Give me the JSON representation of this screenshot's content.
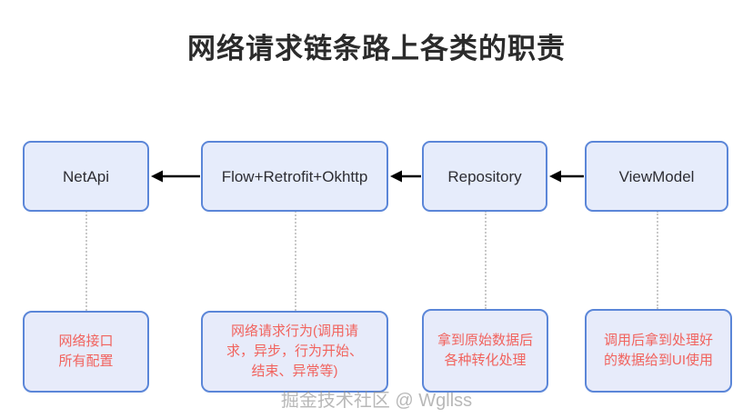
{
  "title": "网络请求链条路上各类的职责",
  "watermark": "掘金技术社区 @ Wgllss",
  "colors": {
    "box_fill": "#e6ecfb",
    "box_border": "#5b86d8",
    "note_text": "#f1635e",
    "title_text": "#2b2b2b",
    "arrow": "#000000",
    "connector": "#c9c9c9",
    "background": "#ffffff"
  },
  "nodes": [
    {
      "id": "netapi",
      "label": "NetApi"
    },
    {
      "id": "flow",
      "label": "Flow+Retrofit+Okhttp"
    },
    {
      "id": "repository",
      "label": "Repository"
    },
    {
      "id": "viewmodel",
      "label": "ViewModel"
    }
  ],
  "notes": [
    {
      "id": "note-netapi",
      "text": "网络接口\n所有配置"
    },
    {
      "id": "note-flow",
      "text": "网络请求行为(调用请\n求，异步，行为开始、\n结束、异常等)"
    },
    {
      "id": "note-repository",
      "text": "拿到原始数据后\n各种转化处理"
    },
    {
      "id": "note-viewmodel",
      "text": "调用后拿到处理好\n的数据给到UI使用"
    }
  ],
  "arrows": [
    {
      "id": "arrow-flow-to-netapi",
      "from": "flow",
      "to": "netapi",
      "direction": "left"
    },
    {
      "id": "arrow-repository-to-flow",
      "from": "repository",
      "to": "flow",
      "direction": "left"
    },
    {
      "id": "arrow-viewmodel-to-repository",
      "from": "viewmodel",
      "to": "repository",
      "direction": "left"
    }
  ]
}
